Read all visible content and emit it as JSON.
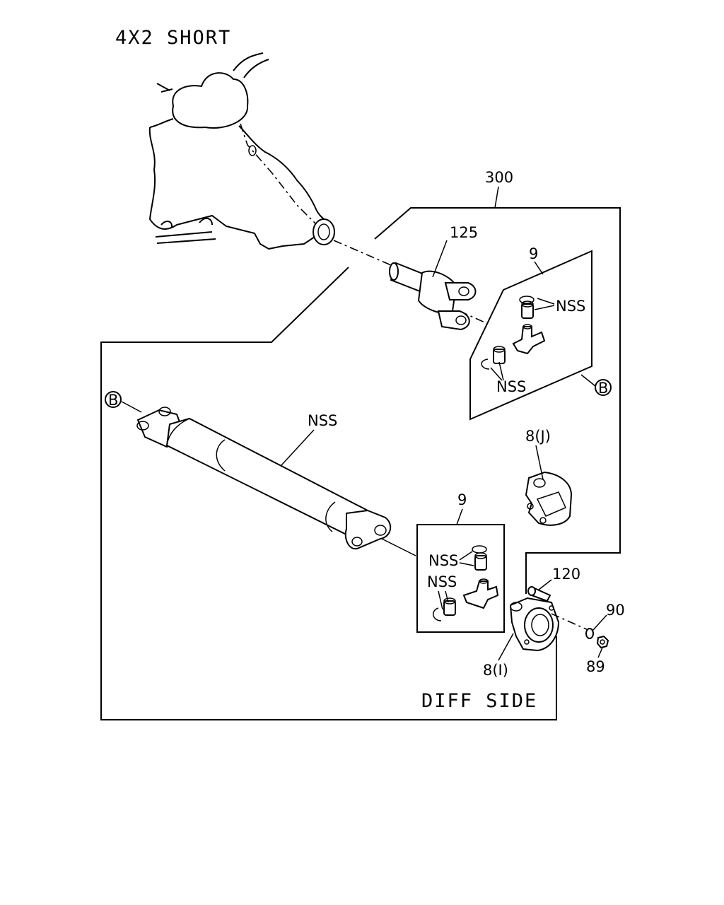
{
  "title": "4X2 SHORT",
  "footer_label": "DIFF SIDE",
  "callouts": {
    "assembly": "300",
    "yoke": "125",
    "kit_upper": "9",
    "kit_lower": "9",
    "nss_upper_a": "NSS",
    "nss_upper_b": "NSS",
    "nss_shaft": "NSS",
    "nss_lower_a": "NSS",
    "nss_lower_b": "NSS",
    "flange_yoke_j": "8(J)",
    "flange_yoke_i": "8(I)",
    "bolt": "120",
    "washer": "90",
    "nut": "89",
    "ref_b_left": "B",
    "ref_b_right": "B"
  }
}
